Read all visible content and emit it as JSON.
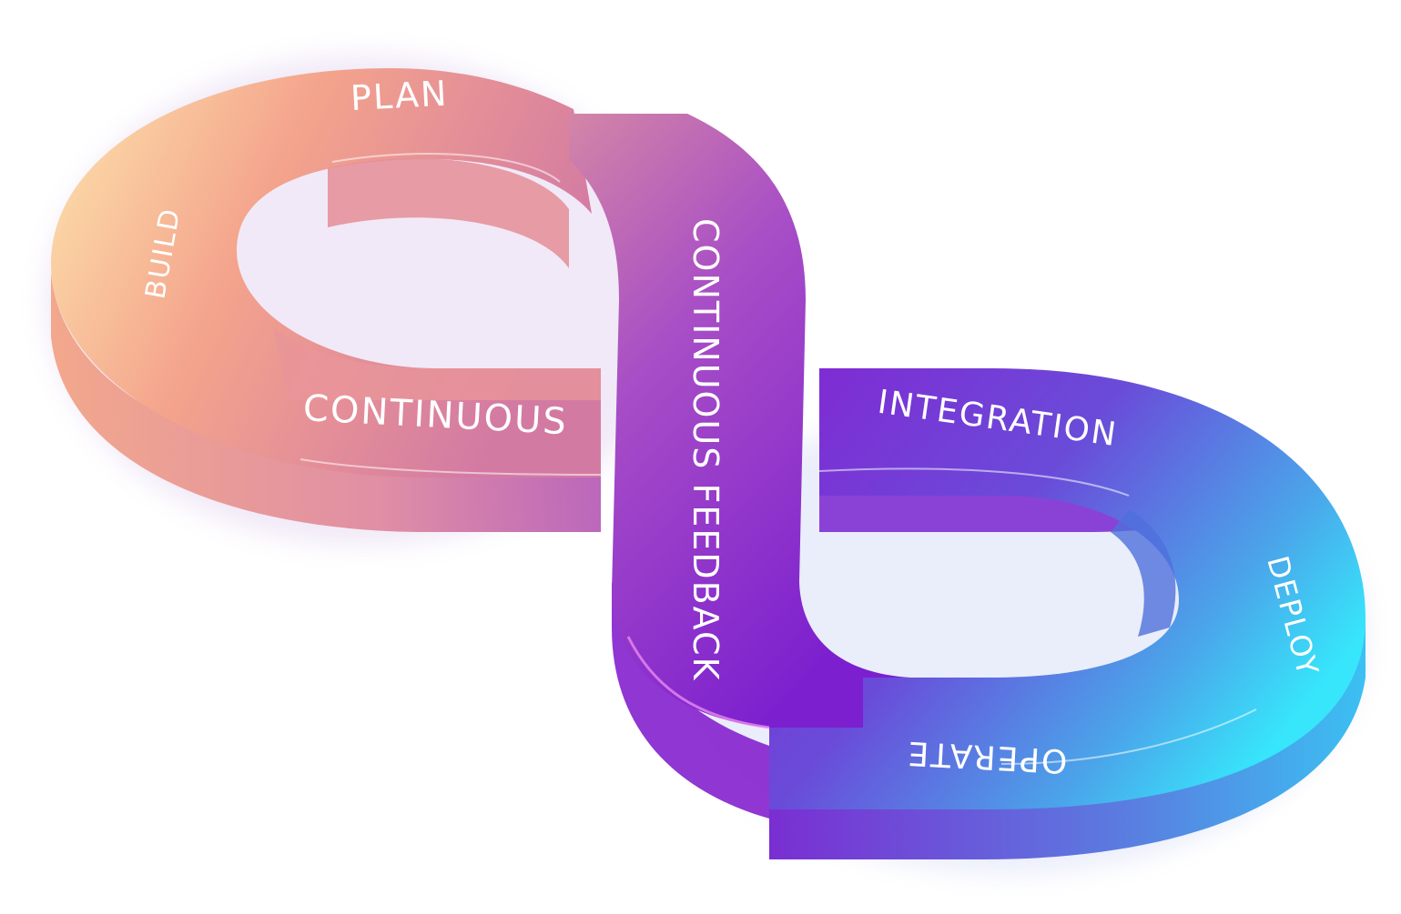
{
  "labels": {
    "plan": "PLAN",
    "build": "BUILD",
    "continuous": "CONTINUOUS",
    "continuous_feedback": "CONTINUOUS FEEDBACK",
    "integration": "INTEGRATION",
    "deploy": "DEPLOY",
    "operate": "OPERATE"
  },
  "colors": {
    "warm_light": "#fde6ad",
    "warm_salmon": "#f4a38c",
    "warm_pink": "#d37aa3",
    "mid_purple": "#9a3ed0",
    "deep_purple": "#7b1fcf",
    "cool_blue": "#5a7de0",
    "cyan": "#37e6fb"
  }
}
